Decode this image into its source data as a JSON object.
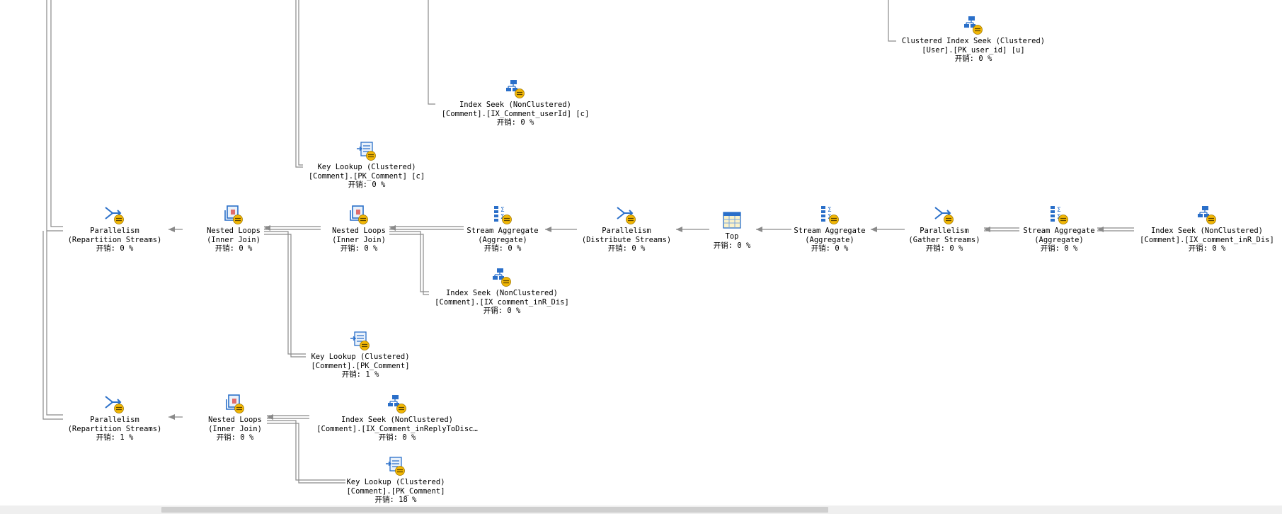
{
  "cost_label": "开销:",
  "colors": {
    "connector": "#8a8a8a",
    "icon_blue": "#2a6fc9",
    "icon_badge": "#f2b705",
    "scroll_thumb": "#cfcfcf"
  },
  "nodes": [
    {
      "key": "ci_seek_user",
      "icon": "index-seek-icon",
      "line1": "Clustered Index Seek (Clustered)",
      "line2": "[User].[PK_user_id] [u]",
      "cost": "0 %"
    },
    {
      "key": "seek_comment_userid",
      "icon": "index-seek-icon",
      "line1": "Index Seek (NonClustered)",
      "line2": "[Comment].[IX_Comment_userId] [c]",
      "cost": "0 %"
    },
    {
      "key": "keylookup_c",
      "icon": "key-lookup-icon",
      "line1": "Key Lookup (Clustered)",
      "line2": "[Comment].[PK_Comment] [c]",
      "cost": "0 %"
    },
    {
      "key": "par_repart_1",
      "icon": "parallelism-icon",
      "line1": "Parallelism",
      "line2": "(Repartition Streams)",
      "cost": "0 %"
    },
    {
      "key": "nl_1",
      "icon": "nested-loops-icon",
      "line1": "Nested Loops",
      "line2": "(Inner Join)",
      "cost": "0 %"
    },
    {
      "key": "nl_2",
      "icon": "nested-loops-icon",
      "line1": "Nested Loops",
      "line2": "(Inner Join)",
      "cost": "0 %"
    },
    {
      "key": "stream_agg_1",
      "icon": "stream-aggregate-icon",
      "line1": "Stream Aggregate",
      "line2": "(Aggregate)",
      "cost": "0 %"
    },
    {
      "key": "par_distribute",
      "icon": "parallelism-icon",
      "line1": "Parallelism",
      "line2": "(Distribute Streams)",
      "cost": "0 %"
    },
    {
      "key": "top",
      "icon": "top-icon",
      "line1": "Top",
      "line2": "",
      "cost": "0 %"
    },
    {
      "key": "stream_agg_2",
      "icon": "stream-aggregate-icon",
      "line1": "Stream Aggregate",
      "line2": "(Aggregate)",
      "cost": "0 %"
    },
    {
      "key": "par_gather",
      "icon": "parallelism-icon",
      "line1": "Parallelism",
      "line2": "(Gather Streams)",
      "cost": "0 %"
    },
    {
      "key": "stream_agg_3",
      "icon": "stream-aggregate-icon",
      "line1": "Stream Aggregate",
      "line2": "(Aggregate)",
      "cost": "0 %"
    },
    {
      "key": "seek_inr_dis_right",
      "icon": "index-seek-icon",
      "line1": "Index Seek (NonClustered)",
      "line2": "[Comment].[IX_comment_inR_Dis]",
      "cost": "0 %"
    },
    {
      "key": "seek_inr_dis_mid",
      "icon": "index-seek-icon",
      "line1": "Index Seek (NonClustered)",
      "line2": "[Comment].[IX_comment_inR_Dis]",
      "cost": "0 %"
    },
    {
      "key": "keylookup_mid",
      "icon": "key-lookup-icon",
      "line1": "Key Lookup (Clustered)",
      "line2": "[Comment].[PK_Comment]",
      "cost": "1 %"
    },
    {
      "key": "par_repart_2",
      "icon": "parallelism-icon",
      "line1": "Parallelism",
      "line2": "(Repartition Streams)",
      "cost": "1 %"
    },
    {
      "key": "nl_3",
      "icon": "nested-loops-icon",
      "line1": "Nested Loops",
      "line2": "(Inner Join)",
      "cost": "0 %"
    },
    {
      "key": "seek_inreply",
      "icon": "index-seek-icon",
      "line1": "Index Seek (NonClustered)",
      "line2": "[Comment].[IX_Comment_inReplyToDisc…",
      "cost": "0 %"
    },
    {
      "key": "keylookup_bottom",
      "icon": "key-lookup-icon",
      "line1": "Key Lookup (Clustered)",
      "line2": "[Comment].[PK_Comment]",
      "cost": "18 %"
    }
  ]
}
